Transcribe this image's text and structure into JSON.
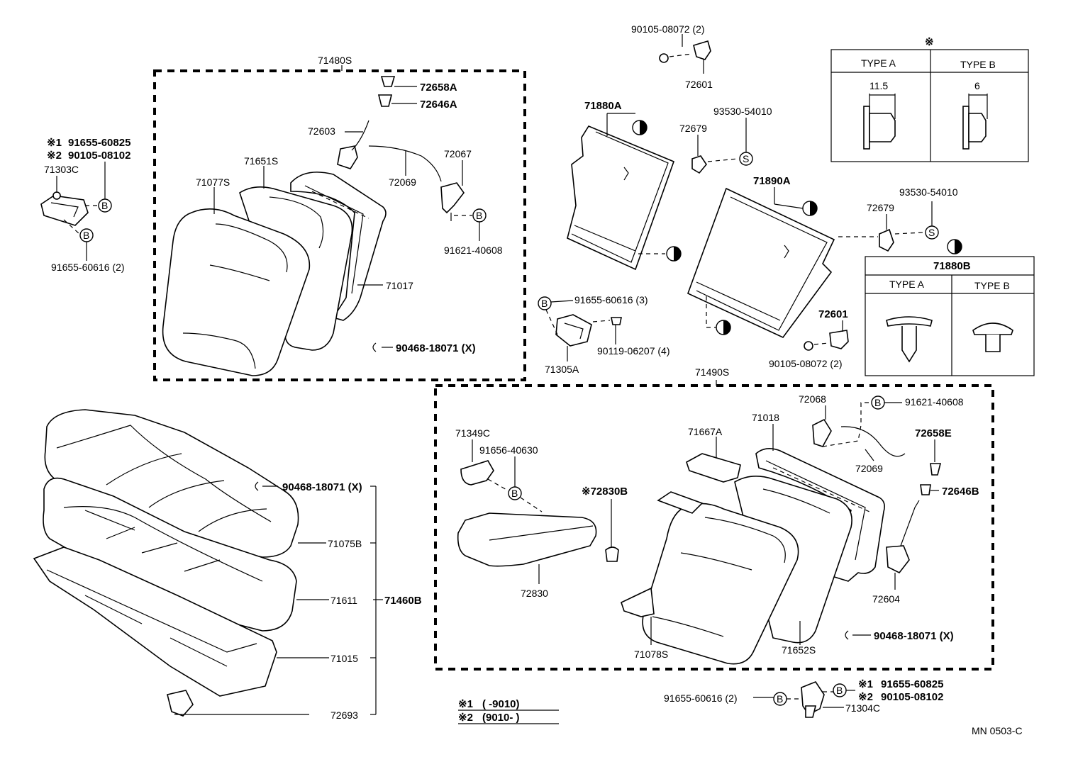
{
  "diagram": {
    "code": "MN 0503-C",
    "legend": {
      "r1_mark": "※1",
      "r1_range": "(      -9010)",
      "r2_mark": "※2",
      "r2_range": "(9010-        )"
    },
    "symbols": {
      "b": "B",
      "s": "S",
      "star": "※"
    },
    "type_tables": {
      "top": {
        "type_a": "TYPE A",
        "type_b": "TYPE B",
        "dim_a": "11.5",
        "dim_b": "6"
      },
      "bottom": {
        "title": "71880B",
        "type_a": "TYPE A",
        "type_b": "TYPE B"
      }
    },
    "labels": {
      "p90105_08072_top": "90105-08072 (2)",
      "p72601_top": "72601",
      "p71480S": "71480S",
      "p72658A": "72658A",
      "p72646A": "72646A",
      "p72603": "72603",
      "p72067": "72067",
      "p72069_top": "72069",
      "p71651S": "71651S",
      "p71077S": "71077S",
      "p91621_40608_top": "91621-40608",
      "p71017": "71017",
      "p90468_18071_a": "90468-18071 (X)",
      "r1_91655_60825_left": "91655-60825",
      "r2_90105_08102_left": "90105-08102",
      "p71303C": "71303C",
      "p91655_60616_left": "91655-60616 (2)",
      "p71880A": "71880A",
      "p72679_top": "72679",
      "p93530_54010_top": "93530-54010",
      "p71890A": "71890A",
      "p93530_54010_mid": "93530-54010",
      "p72679_mid": "72679",
      "p91655_60616_3": "91655-60616 (3)",
      "p90119_06207": "90119-06207 (4)",
      "p71305A": "71305A",
      "p72601_mid": "72601",
      "p90105_08072_mid": "90105-08072 (2)",
      "p71490S": "71490S",
      "p72068": "72068",
      "p91621_40608_right": "91621-40608",
      "p71018": "71018",
      "p71667A": "71667A",
      "p72658E": "72658E",
      "p72069_right": "72069",
      "p72646B": "72646B",
      "p71349C": "71349C",
      "p91656_40630": "91656-40630",
      "p72830B": "※72830B",
      "p72830": "72830",
      "p72604": "72604",
      "p90468_18071_b": "90468-18071 (X)",
      "p71078S": "71078S",
      "p71652S": "71652S",
      "p90468_18071_c": "90468-18071 (X)",
      "p71075B": "71075B",
      "p71611": "71611",
      "p71460B": "71460B",
      "p71015": "71015",
      "p72693": "72693",
      "p91655_60616_bottom": "91655-60616 (2)",
      "r1_91655_60825_right": "91655-60825",
      "r2_90105_08102_right": "90105-08102",
      "p71304C": "71304C"
    }
  }
}
